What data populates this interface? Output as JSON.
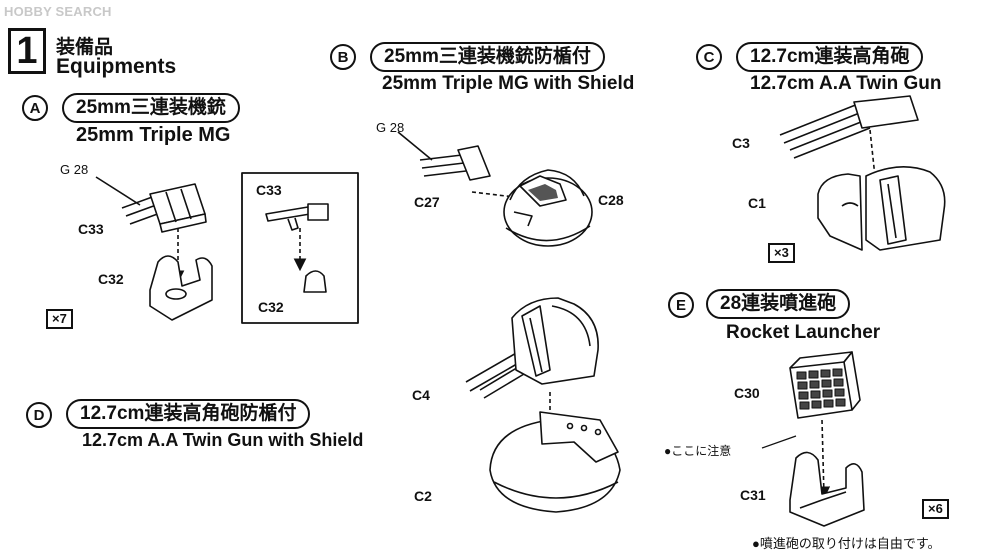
{
  "watermark": {
    "logo": "HOBBY SEARCH"
  },
  "step": {
    "number": "1",
    "title_jp": "装備品",
    "title_en": "Equipments"
  },
  "sections": {
    "A": {
      "letter": "A",
      "title_jp": "25mm三連装機銃",
      "title_en": "25mm Triple MG",
      "parts": {
        "gate": "G 28",
        "gun": "C33",
        "mount": "C32",
        "inset_gun": "C33",
        "inset_mount": "C32"
      },
      "quantity": "×7"
    },
    "B": {
      "letter": "B",
      "title_jp": "25mm三連装機銃防楯付",
      "title_en": "25mm Triple MG with Shield",
      "parts": {
        "gate": "G 28",
        "gun": "C27",
        "shield": "C28"
      }
    },
    "C": {
      "letter": "C",
      "title_jp": "12.7cm連装高角砲",
      "title_en": "12.7cm A.A Twin Gun",
      "parts": {
        "barrels": "C3",
        "mount": "C1"
      },
      "quantity": "×3"
    },
    "D": {
      "letter": "D",
      "title_jp": "12.7cm連装高角砲防楯付",
      "title_en": "12.7cm A.A Twin Gun with Shield",
      "parts": {
        "turret": "C4",
        "base": "C2"
      }
    },
    "E": {
      "letter": "E",
      "title_jp": "28連装噴進砲",
      "title_en": "Rocket Launcher",
      "parts": {
        "launcher": "C30",
        "mount": "C31"
      },
      "quantity": "×6",
      "caution": "●ここに注意",
      "footnote": "●噴進砲の取り付けは自由です。"
    }
  }
}
